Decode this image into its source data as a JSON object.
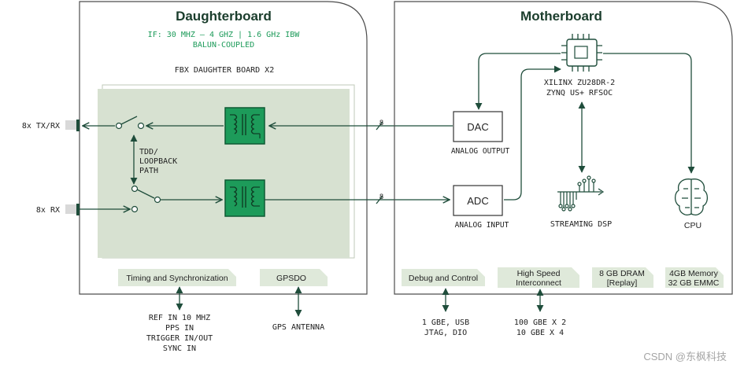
{
  "daughterboard": {
    "title": "Daughterboard",
    "subtitle_line1": "IF: 30 MHZ – 4 GHZ | 1.6 GHz IBW",
    "subtitle_line2": "BALUN-COUPLED",
    "board_label": "FBX DAUGHTER BOARD X2",
    "tx_rx_port": "8x TX/RX",
    "rx_port": "8x RX",
    "switch_label": [
      "TDD/",
      "LOOPBACK",
      "PATH"
    ],
    "tab_timing": "Timing and Synchronization",
    "tab_gpsdo": "GPSDO",
    "timing_signals": [
      "REF IN 10 MHZ",
      "PPS IN",
      "TRIGGER IN/OUT",
      "SYNC IN"
    ],
    "gps_antenna": "GPS ANTENNA"
  },
  "motherboard": {
    "title": "Motherboard",
    "dac": "DAC",
    "dac_caption": "ANALOG OUTPUT",
    "adc": "ADC",
    "adc_caption": "ANALOG INPUT",
    "soc_line1": "XILINX ZU28DR-2",
    "soc_line2": "ZYNQ US+ RFSOC",
    "dsp_label": "STREAMING DSP",
    "cpu_label": "CPU",
    "tab_debug": "Debug and Control",
    "tab_interconnect": [
      "High Speed",
      "Interconnect"
    ],
    "tab_dram": [
      "8 GB DRAM",
      "[Replay]"
    ],
    "tab_memory": [
      "4GB Memory",
      "32 GB EMMC"
    ],
    "debug_signals": [
      "1 GBE, USB",
      "JTAG, DIO"
    ],
    "interconnect_signals": [
      "100 GBE X 2",
      "10 GBE X 4"
    ]
  },
  "bus_width_tx": "8",
  "bus_width_rx": "8",
  "watermark": "CSDN @东枫科技",
  "colors": {
    "accent_green": "#1d9b5a",
    "panel_green": "#d7e1d1",
    "tab_green": "#dfe9da",
    "line": "#1f4d3b"
  }
}
